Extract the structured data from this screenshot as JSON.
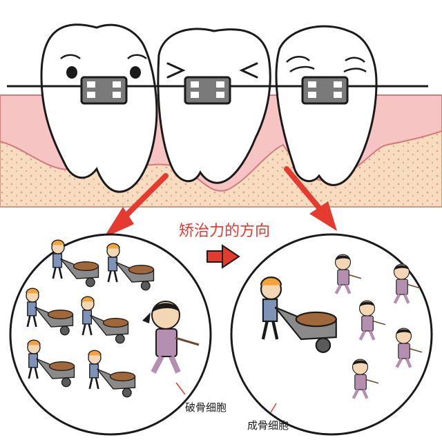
{
  "title": "矫治力的方向",
  "labels": {
    "left_circle": "破骨细胞",
    "right_circle": "成骨细胞"
  },
  "colors": {
    "arrow": "#e53a2f",
    "gum": "#f6c2c0",
    "bone": "#f6dcc0",
    "bracket": "#7a7a7a",
    "osteoclast_clothes": "#7f93b8",
    "osteoblast_clothes": "#b58fb0"
  },
  "icons": {
    "arrow_left": "arrow-down-left-icon",
    "arrow_right": "arrow-down-right-icon",
    "small_arrow": "arrow-right-icon"
  }
}
